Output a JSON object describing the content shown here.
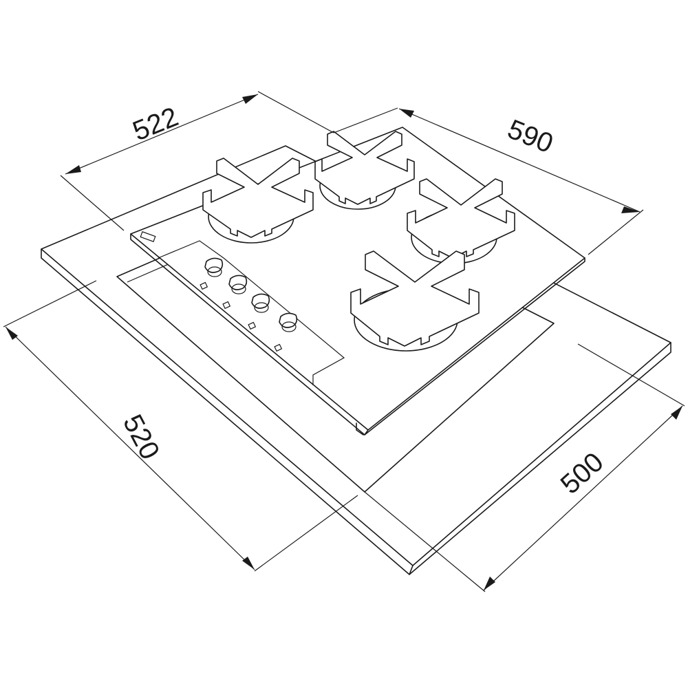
{
  "diagram": {
    "subject": "Built-in gas hob with 4 burners - installation dimensions",
    "dimensions": {
      "top_depth": "522",
      "top_width": "590",
      "cutout_depth": "520",
      "cutout_width": "500"
    },
    "burners": 4,
    "control_knobs": 4,
    "line_color": "#1a1a1a",
    "background_color": "#ffffff"
  }
}
